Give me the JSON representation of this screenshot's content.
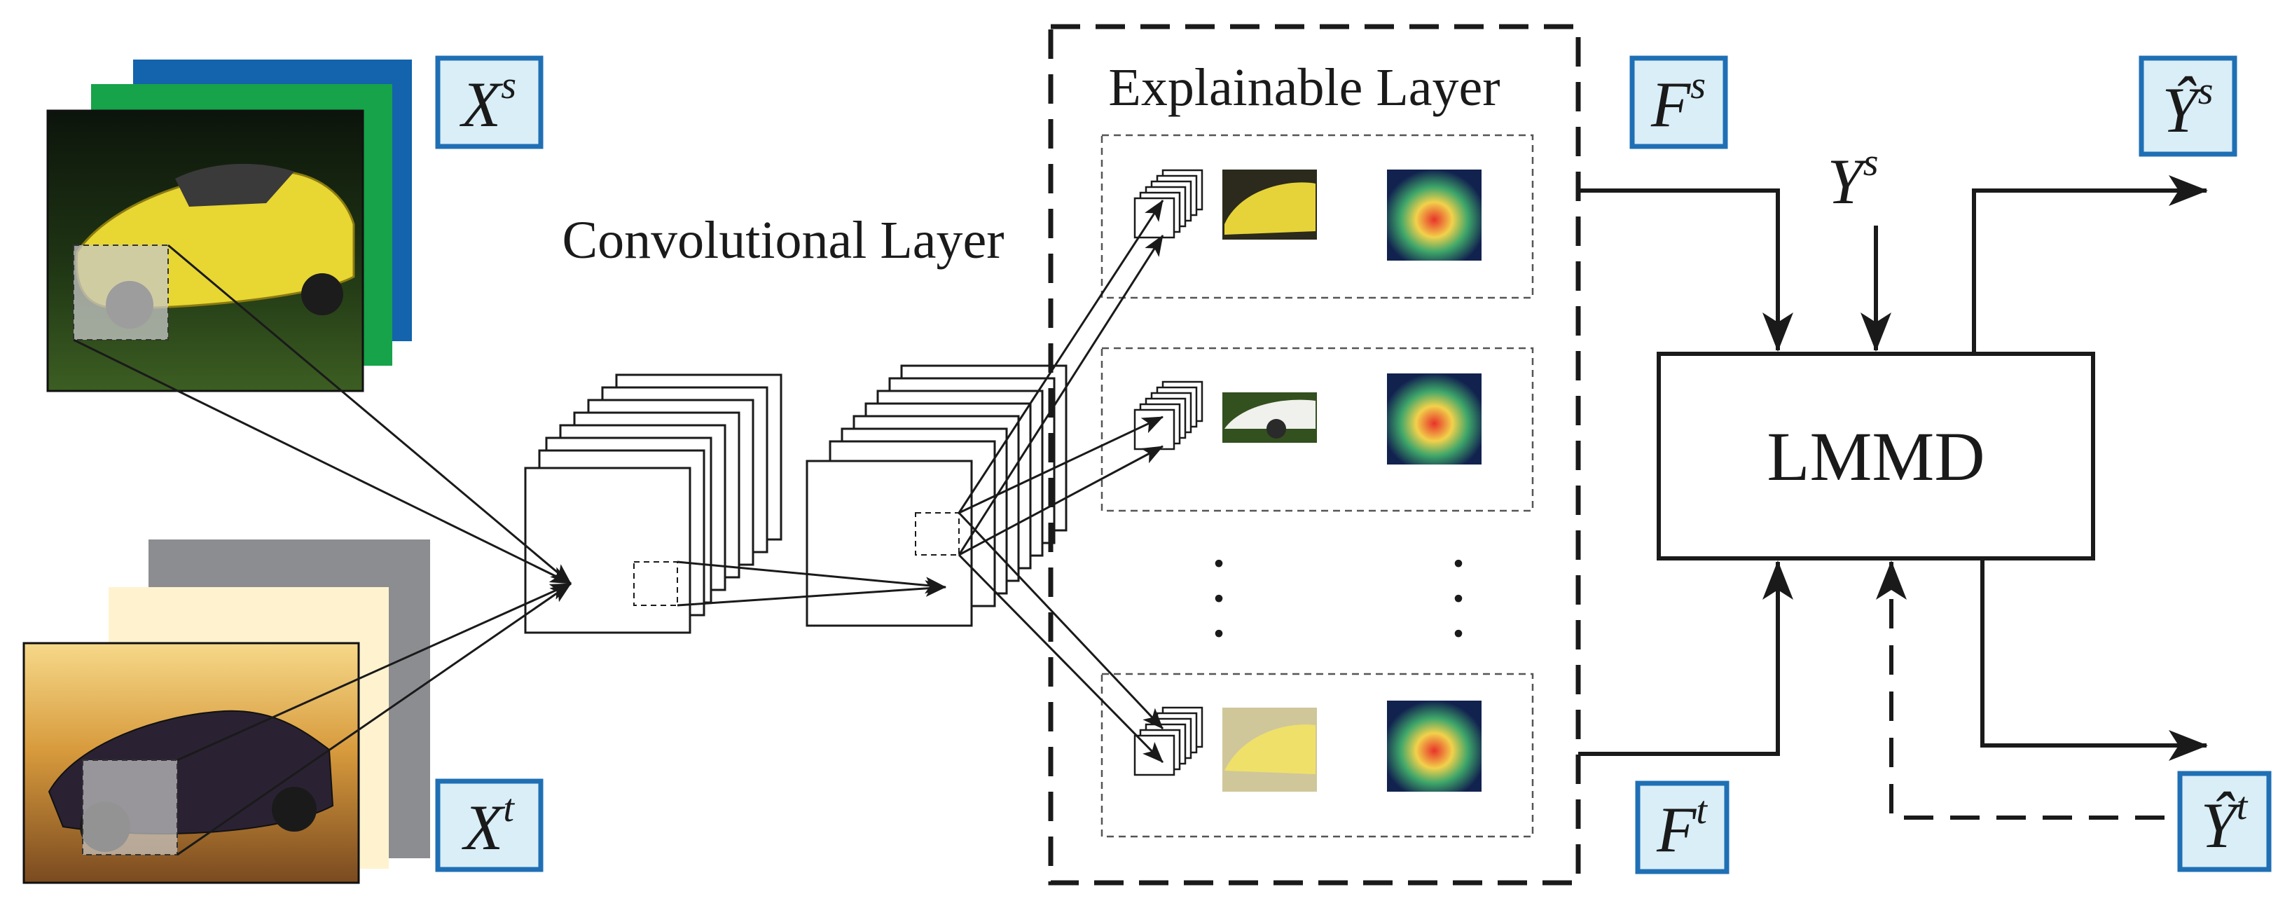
{
  "labels": {
    "source_input": {
      "base": "X",
      "sup": "s"
    },
    "target_input": {
      "base": "X",
      "sup": "t"
    },
    "source_feature": {
      "base": "F",
      "sup": "s"
    },
    "target_feature": {
      "base": "F",
      "sup": "t"
    },
    "source_label": {
      "base": "Y",
      "sup": "s"
    },
    "source_prediction": {
      "base": "Ŷ",
      "sup": "s"
    },
    "target_prediction": {
      "base": "Ŷ",
      "sup": "t"
    }
  },
  "titles": {
    "convolutional_layer": "Convolutional Layer",
    "explainable_layer": "Explainable Layer"
  },
  "lmmd": {
    "label": "LMMD"
  },
  "ellipsis": ".",
  "colors": {
    "label_box_fill": "#d9eef7",
    "label_box_border": "#1f6fb5",
    "source_stack_back": "#1363ad",
    "source_stack_mid": "#17a349",
    "target_stack_back": "#8c8d91",
    "target_stack_mid": "#fff3cf",
    "line": "#1a1a1a"
  }
}
